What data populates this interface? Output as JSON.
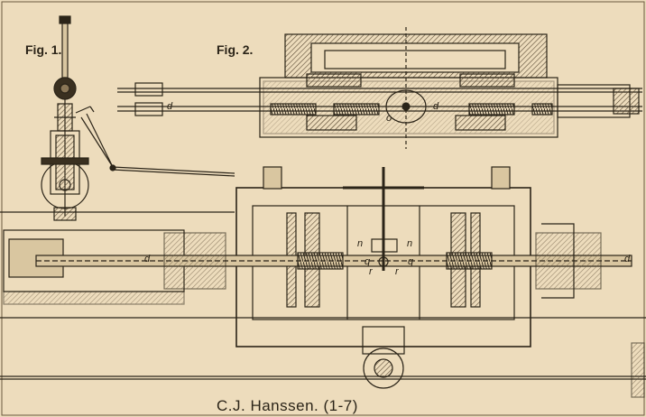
{
  "figures": {
    "fig1_label": "Fig. 1.",
    "fig2_label": "Fig. 2."
  },
  "letters": {
    "d_fig2_left": "d",
    "o_fig2": "o",
    "d_fig2_right": "d",
    "d_plan_left": "d",
    "n_left": "n",
    "n_right": "n",
    "q_left": "q",
    "q_right": "q",
    "r_left": "r",
    "r_right": "r",
    "d_plan_right": "d"
  },
  "caption": {
    "text": "C.J. Hanssen. (1-7)"
  },
  "colors": {
    "paper": "#eddcbc",
    "ink": "#2b2418",
    "hatch": "#5a4a34"
  }
}
